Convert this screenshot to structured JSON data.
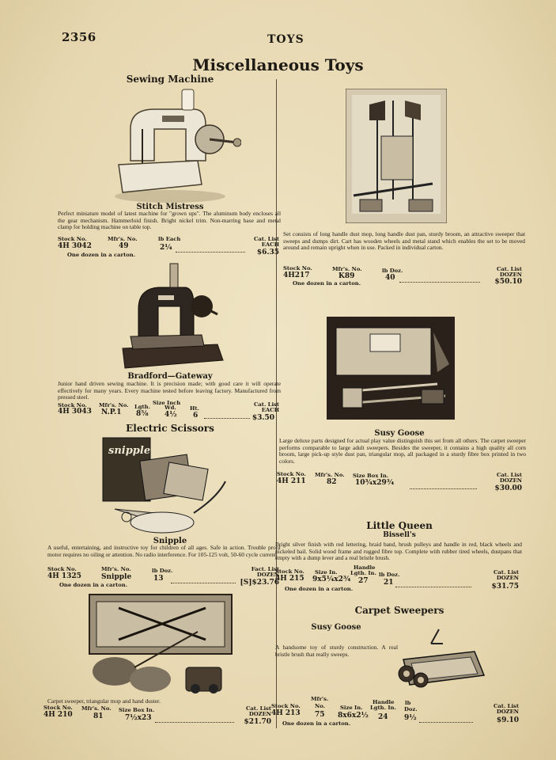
{
  "page_number": "2356",
  "running_head": "TOYS",
  "title": "Miscellaneous Toys",
  "sewing_section": "Sewing Machine",
  "stitch": {
    "name": "Stitch Mistress",
    "desc": "Perfect miniature model of latest machine for \"grown ups\". The aluminum body encloses all the gear mechanism. Hammerloid finish. Bright nickel trim. Non-marring base and metal clamp for holding machine on table top.",
    "h1": "Stock No.",
    "h2": "Mfr's. No.",
    "h3": "lb Each",
    "h4a": "Cat. List",
    "h4b": "EACH",
    "stock": "4H 3042",
    "mfr": "49",
    "weight": "2¼",
    "price": "$6.35",
    "carton": "One dozen in a carton."
  },
  "bradford": {
    "name": "Bradford—Gateway",
    "desc": "Junior hand driven sewing machine. It is precision made; with good care it will operate effectively for many years. Every machine tested before leaving factory. Manufactured from pressed steel.",
    "size_head": "Size Inch",
    "h1": "Stock No.",
    "h2": "Mfr's. No.",
    "h3": "Lgth.",
    "h4": "Wd.",
    "h5": "Ht.",
    "h6a": "Cat. List",
    "h6b": "EACH",
    "stock": "4H 3043",
    "mfr": "N.P.1",
    "lgth": "8⅝",
    "wd": "4½",
    "ht": "6",
    "price": "$3.50"
  },
  "scissors_section": "Electric Scissors",
  "snipple_box_label": "snipple",
  "snipple": {
    "name": "Snipple",
    "desc": "A useful, entertaining, and instructive toy for children of all ages. Safe in action. Trouble proof motor requires no oiling or attention. No radio interference. For 105-125 volt, 50-60 cycle current.",
    "h1": "Stock No.",
    "h2": "Mfr's. No.",
    "h3": "lb Doz.",
    "h4a": "Fact. List",
    "h4b": "DOZEN",
    "stock": "4H 1325",
    "mfr": "Snipple",
    "weight": "13",
    "price": "[S]$23.76",
    "carton": "One dozen in a carton."
  },
  "carpet210": {
    "desc": "Carpet sweeper, triangular mop and hand duster.",
    "h1": "Stock No.",
    "h2": "Mfr's. No.",
    "h3": "Size Box In.",
    "h4a": "Cat. List",
    "h4b": "DOZEN",
    "stock": "4H 210",
    "mfr": "81",
    "size": "7½x23",
    "price": "$21.70"
  },
  "set217": {
    "desc": "Set consists of long handle dust mop, long handle dust pan, sturdy broom, an attractive sweeper that sweeps and dumps dirt. Cart has wooden wheels and metal stand which enables the set to be moved around and remain upright when in use. Packed in individual carton.",
    "h1": "Stock No.",
    "h2": "Mfr's. No.",
    "h3": "lb Doz.",
    "h4a": "Cat. List",
    "h4b": "DOZEN",
    "stock": "4H217",
    "mfr": "K89",
    "weight": "40",
    "price": "$50.10",
    "carton": "One dozen in a carton."
  },
  "susy211": {
    "name": "Susy Goose",
    "desc": "Large deluxe parts designed for actual play value distinguish this set from all others. The carpet sweeper performs comparable to large adult sweepers. Besides the sweeper, it contains a high quality all corn broom, large pick-up style dust pan, triangular mop, all packaged in a sturdy fibre box printed in two colors.",
    "h1": "Stock No.",
    "h2": "Mfr's. No.",
    "h3": "Size Box In.",
    "h4a": "Cat. List",
    "h4b": "DOZEN",
    "stock": "4H 211",
    "mfr": "82",
    "size": "10¾x29¾",
    "price": "$30.00"
  },
  "queen": {
    "name": "Little Queen",
    "brand": "Bissell's",
    "desc": "Bright silver finish with red lettering, braid band, brush pulleys and handle in red, black wheels and nickeled bail. Solid wood frame and rugged fibre top. Complete with rubber tired wheels, dustpans that empty with a dump lever and a real bristle brush.",
    "handle": "Handle",
    "h1": "Stock No.",
    "h2": "Size In.",
    "h3": "Lgth. In.",
    "h4": "lb Doz.",
    "h5a": "Cat. List",
    "h5b": "DOZEN",
    "stock": "4H 215",
    "size": "9x5¼x2¾",
    "lgth": "27",
    "weight": "21",
    "price": "$31.75",
    "carton": "One dozen in a carton."
  },
  "carpet_section": "Carpet Sweepers",
  "susy213": {
    "name": "Susy Goose",
    "desc": "A handsome toy of sturdy construction. A real bristle brush that really sweeps.",
    "h1": "Stock No.",
    "h2a": "Mfr's.",
    "h2b": "No.",
    "h3": "Size In.",
    "h4a": "Handle",
    "h4b": "Lgth. In.",
    "h5a": "lb",
    "h5b": "Doz.",
    "h6a": "Cat. List",
    "h6b": "DOZEN",
    "stock": "4H 213",
    "mfr": "75",
    "size": "8x6x2½",
    "lgth": "24",
    "weight": "9½",
    "price": "$9.10",
    "carton": "One dozen in a carton."
  },
  "colors": {
    "paper": "#e9dcb8",
    "ink": "#1e1a14"
  }
}
